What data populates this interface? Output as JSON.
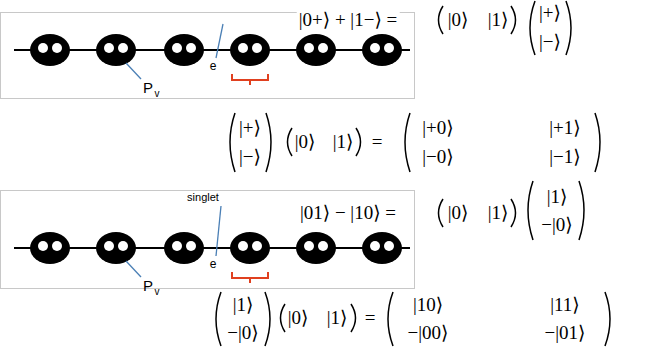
{
  "diagram": {
    "labels": [
      "|0+⟩ + |1−⟩ =",
      "|0⟩",
      "|1⟩",
      "|+⟩",
      "|−⟩",
      "e",
      "P",
      "v",
      "|+⟩",
      "|−⟩",
      "|0⟩",
      "|1⟩",
      "=",
      "|+0⟩",
      "|+1⟩",
      "|−0⟩",
      "|−1⟩",
      "singlet",
      "|01⟩ − |10⟩ =",
      "|0⟩",
      "|1⟩",
      "|1⟩",
      "−|0⟩",
      "e",
      "P",
      "v",
      "|1⟩",
      "−|0⟩",
      "|0⟩",
      "|1⟩",
      "=",
      "|10⟩",
      "|11⟩",
      "−|00⟩",
      "−|01⟩"
    ]
  }
}
